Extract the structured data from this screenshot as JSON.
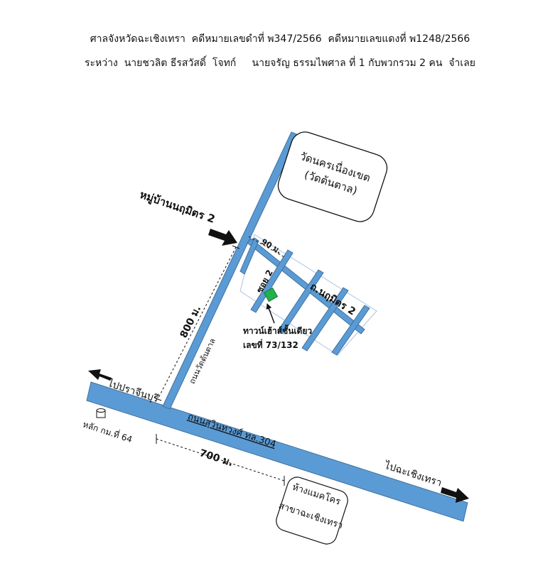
{
  "header": {
    "line1": "ศาลจังหวัดฉะเชิงเทรา  คดีหมายเลขดำที่ พ347/2566  คดีหมายเลขแดงที่ พ1248/2566",
    "line2": "ระหว่าง  นายชวลิต ธีรสวัสดิ์  โจทก์     นายจรัญ ธรรมไพศาล ที่ 1 กับพวกรวม 2 คน  จำเลย"
  },
  "map": {
    "temple_name": "วัดนครเนื่องเขต",
    "temple_alias": "(วัดต้นตาล)",
    "village_label": "หมู่บ้านนฤมิตร 2",
    "distance_90": "90 ม.",
    "soi_label": "ซอย 2",
    "street_label": "ถ.นฤมิตร 2",
    "property_label_1": "ทาวน์เฮ้าส์ชั้นเดียว",
    "property_label_2": "เลขที่ 73/132",
    "distance_800": "800 ม.",
    "road_watton": "ถนนวัดต้นตาล",
    "to_prachinburi": "ไปปราจีนบุรี",
    "km_marker": "หลัก กม.ที่ 64",
    "highway_label": "ถนนสุวินทวงศ์  ทล.304",
    "distance_700": "700 ม.",
    "to_chachoengsao": "ไปฉะเชิงเทรา",
    "makro_name": "ห้างแมคโคร",
    "makro_branch": "สาขาฉะเชิงเทรา",
    "colors": {
      "road_fill": "#5b9bd5",
      "road_stroke": "#41719c",
      "property": "#22b14c",
      "grid_line": "#a9c4e0"
    }
  }
}
